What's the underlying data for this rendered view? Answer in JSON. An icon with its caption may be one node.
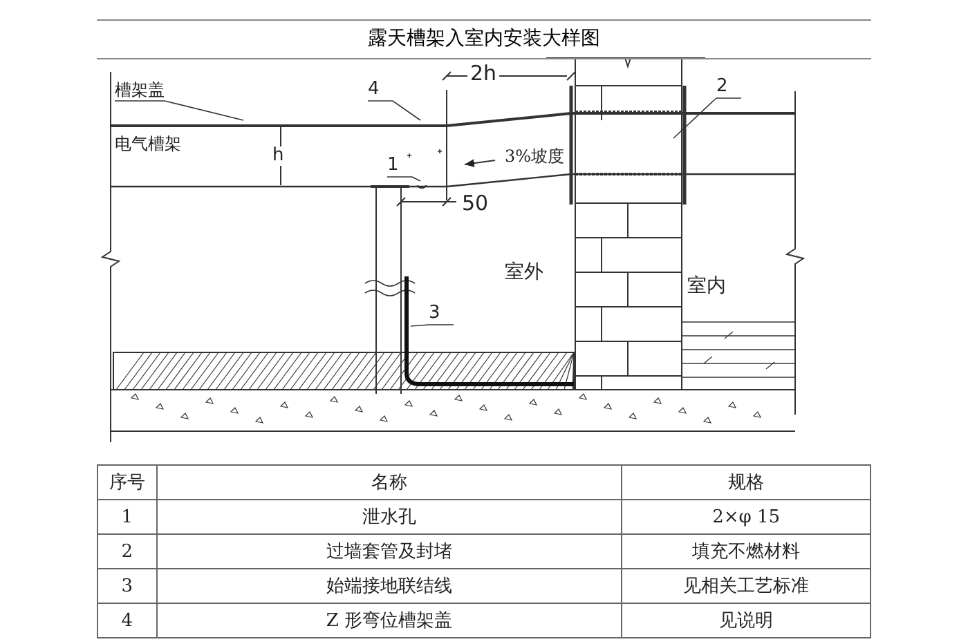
{
  "diagram": {
    "title": "露天槽架入室内安装大样图",
    "nodes": [
      {
        "text": [
          "槽架盖"
        ]
      },
      {
        "text": [
          "4"
        ]
      },
      {
        "text": [
          "1"
        ]
      },
      {
        "text": [
          "2"
        ]
      },
      {
        "text": [
          "3"
        ]
      }
    ],
    "edges": [
      {
        "from": 0,
        "to": null,
        "arrow": "none"
      },
      {
        "from": 1,
        "to": null,
        "arrow": "none"
      },
      {
        "from": 2,
        "to": null,
        "arrow": "none"
      },
      {
        "from": 3,
        "to": null,
        "arrow": "none"
      },
      {
        "from": 4,
        "to": null,
        "arrow": "none"
      }
    ],
    "labels": [
      "电气槽架",
      "h",
      "2h",
      "50",
      "3%坡度",
      "室外",
      "室内",
      "序号",
      "名称",
      "规格",
      "1",
      "泄水孔",
      "2×φ 15",
      "2",
      "过墙套管及封堵",
      "填充不燃材料",
      "3",
      "始端接地联结线",
      "见相关工艺标准",
      "4",
      "Z 形弯位槽架盖",
      "见说明"
    ]
  }
}
